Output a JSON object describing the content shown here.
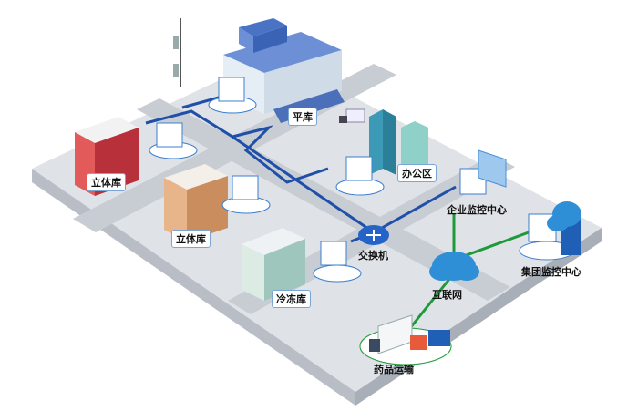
{
  "labels": {
    "flat_warehouse": "平库",
    "stereo_warehouse_1": "立体库",
    "stereo_warehouse_2": "立体库",
    "cold_storage": "冷冻库",
    "office_area": "办公区",
    "switch": "交换机",
    "enterprise_monitoring": "企业监控中心",
    "group_monitoring": "集团监控中心",
    "internet": "互联网",
    "drug_transport": "药品运输"
  },
  "colors": {
    "platform": "#d9dce1",
    "road": "#c6cad1",
    "network_line": "#1f4fa8",
    "internet_line": "#1f9a3a",
    "cloud": "#2f8fd6"
  }
}
